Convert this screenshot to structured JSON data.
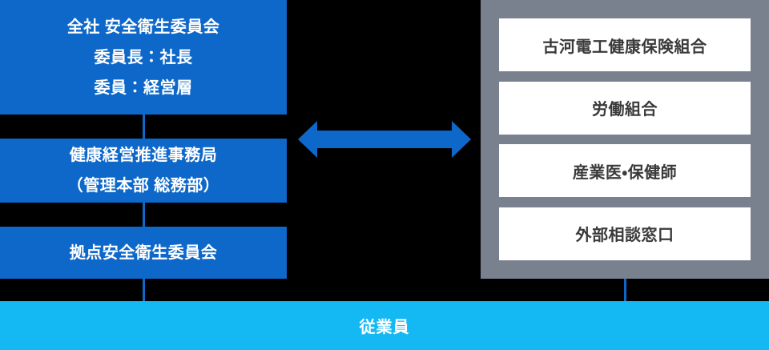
{
  "diagram": {
    "left_column": {
      "committee_box": {
        "line1": "全社 安全衛生委員会",
        "line2": "委員長：社長",
        "line3": "委員：経営層"
      },
      "office_box": {
        "line1": "健康経営推進事務局",
        "line2": "（管理本部 総務部）"
      },
      "site_committee_box": {
        "label": "拠点安全衛生委員会"
      }
    },
    "right_panel": {
      "items": [
        {
          "label": "古河電工健康保険組合"
        },
        {
          "label": "労働組合"
        },
        {
          "label": "産業医・保健師"
        },
        {
          "label": "外部相談窓口"
        }
      ]
    },
    "bottom_bar": {
      "label": "従業員"
    },
    "icons": {
      "bidirectional_arrow": "left-right-arrow"
    },
    "colors": {
      "primary_blue": "#0e68c9",
      "light_blue": "#14b9f4",
      "panel_gray": "#7a818e",
      "box_white": "#ffffff",
      "dark_text": "#3a3a3a",
      "background": "#000000"
    }
  }
}
